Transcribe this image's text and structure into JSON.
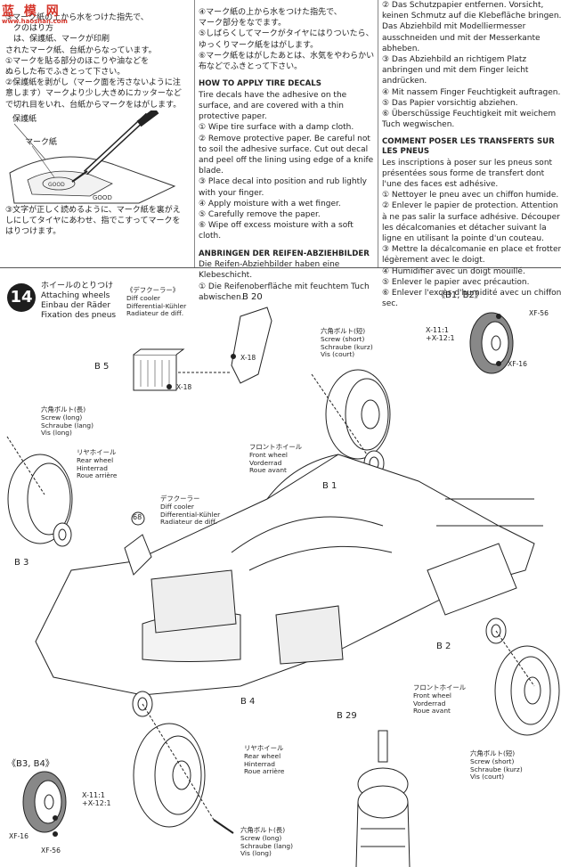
{
  "watermark": {
    "title": "蓝 模 网",
    "url": "www.haoshan.com"
  },
  "col1": {
    "p1": "③マーク紙の上から水をつけた指先で、\n　クのはり方\n　は、保護紙、マークが印刷\nされたマーク紙、台紙からなっています。",
    "p2": "①マークを貼る部分のほこりや油などを\nぬらした布でふきとって下さい。",
    "p3": "②保護紙を剥がし（マーク面を汚さないように注意します）マークより少し大きめにカッターなどで切れ目をいれ、台紙からマークをはがします。",
    "label_hogoshi": "保護紙",
    "label_markushi": "マーク紙",
    "p4": "③文字が正しく読めるように、マーク紙を裏がえしにしてタイヤにあわせ、指でこすってマークをはりつけます。"
  },
  "col2": {
    "p1": "④マーク紙の上から水をつけた指先で、\nマーク部分をなでます。\n⑤しばらくしてマークがタイヤにはりついたら、ゆっくりマーク紙をはがします。\n⑥マーク紙をはがしたあとは、水気をやわらかい布などでふきとって下さい。",
    "h_en": "HOW TO APPLY TIRE DECALS",
    "p_en": "Tire decals have the adhesive on the surface, and are covered with a thin protective paper.\n① Wipe tire surface with a damp cloth.\n② Remove protective paper. Be careful not to soil the adhesive surface. Cut out decal and peel off the lining using edge of a knife blade.\n③ Place decal into position and rub lightly with your finger.\n④ Apply moisture with a wet finger.\n⑤ Carefully remove the paper.\n⑥ Wipe off excess moisture with a soft cloth.",
    "h_de": "ANBRINGEN DER REIFEN-ABZIEHBILDER",
    "p_de": "Die Reifen-Abziehbilder haben eine Klebeschicht.\n① Die Reifenoberfläche mit feuchtem Tuch abwischen."
  },
  "col3": {
    "p_de": "② Das Schutzpapier entfernen. Vorsicht, keinen Schmutz auf die Klebefläche bringen. Das Abziehbild mit Modelliermesser ausschneiden und mit der Messerkante abheben.\n③ Das Abziehbild an richtigem Platz anbringen und mit dem Finger leicht andrücken.\n④ Mit nassem Finger Feuchtigkeit auftragen.\n⑤ Das Papier vorsichtig abziehen.\n⑥ Überschüssige Feuchtigkeit mit weichem Tuch wegwischen.",
    "h_fr": "COMMENT POSER LES TRANSFERTS SUR LES PNEUS",
    "p_fr": "Les inscriptions à poser sur les pneus sont présentées sous forme de transfert dont l'une des faces est adhésive.\n① Nettoyer le pneu avec un chiffon humide.\n② Enlever le papier de protection. Attention à ne pas salir la surface adhésive. Découper les décalcomanies et détacher suivant la ligne en utilisant la pointe d'un couteau.\n③ Mettre la décalcomanie en place et frotter légèrement avec le doigt.\n④ Humidifier avec un doigt mouillé.\n⑤ Enlever le papier avec précaution.\n⑥ Enlever l'excès d'humidité avec un chiffon sec."
  },
  "step": {
    "number": "14",
    "title": [
      "ホイールのとりつけ",
      "Attaching wheels",
      "Einbau der Räder",
      "Fixation des pneus"
    ]
  },
  "labels": {
    "diff_top": [
      "《デフクーラー》",
      "Diff cooler",
      "Differential-Kühler",
      "Radiateur de diff."
    ],
    "diff_mid": [
      "デフクーラー",
      "Diff cooler",
      "Differential-Kühler",
      "Radiateur de diff."
    ],
    "screw_short_top": [
      "六角ボルト(短)",
      "Screw (short)",
      "Schraube (kurz)",
      "Vis (court)"
    ],
    "screw_long_left": [
      "六角ボルト(長)",
      "Screw (long)",
      "Schraube (lang)",
      "Vis (long)"
    ],
    "rear_wheel_left": [
      "リヤホイール",
      "Rear wheel",
      "Hinterrad",
      "Roue arrière"
    ],
    "front_wheel_top": [
      "フロントホイール",
      "Front wheel",
      "Vorderrad",
      "Roue avant"
    ],
    "front_wheel_right": [
      "フロントホイール",
      "Front wheel",
      "Vorderrad",
      "Roue avant"
    ],
    "screw_short_right": [
      "六角ボルト(短)",
      "Screw (short)",
      "Schraube (kurz)",
      "Vis (court)"
    ],
    "rear_wheel_bottom": [
      "リヤホイール",
      "Rear wheel",
      "Hinterrad",
      "Roue arrière"
    ],
    "screw_long_bottom": [
      "六角ボルト(長)",
      "Screw (long)",
      "Schraube (lang)",
      "Vis (long)"
    ]
  },
  "parts": {
    "b20": "B 20",
    "b5": "B 5",
    "b1": "B 1",
    "b3": "B 3",
    "b2": "B 2",
    "b4": "B 4",
    "b29": "B 29",
    "n68": "68"
  },
  "codes": {
    "x18a": "X-18",
    "x18b": "X-18",
    "xf56a": "XF-56",
    "xf16a": "XF-16",
    "xf16b": "XF-16",
    "xf56b": "XF-56"
  },
  "headers": {
    "b1b2": "《B1, B2》",
    "b3b4": "《B3, B4》"
  },
  "ratios": {
    "a": [
      "X-11:1",
      "+X-12:1"
    ],
    "b": [
      "X-11:1",
      "+X-12:1"
    ]
  }
}
